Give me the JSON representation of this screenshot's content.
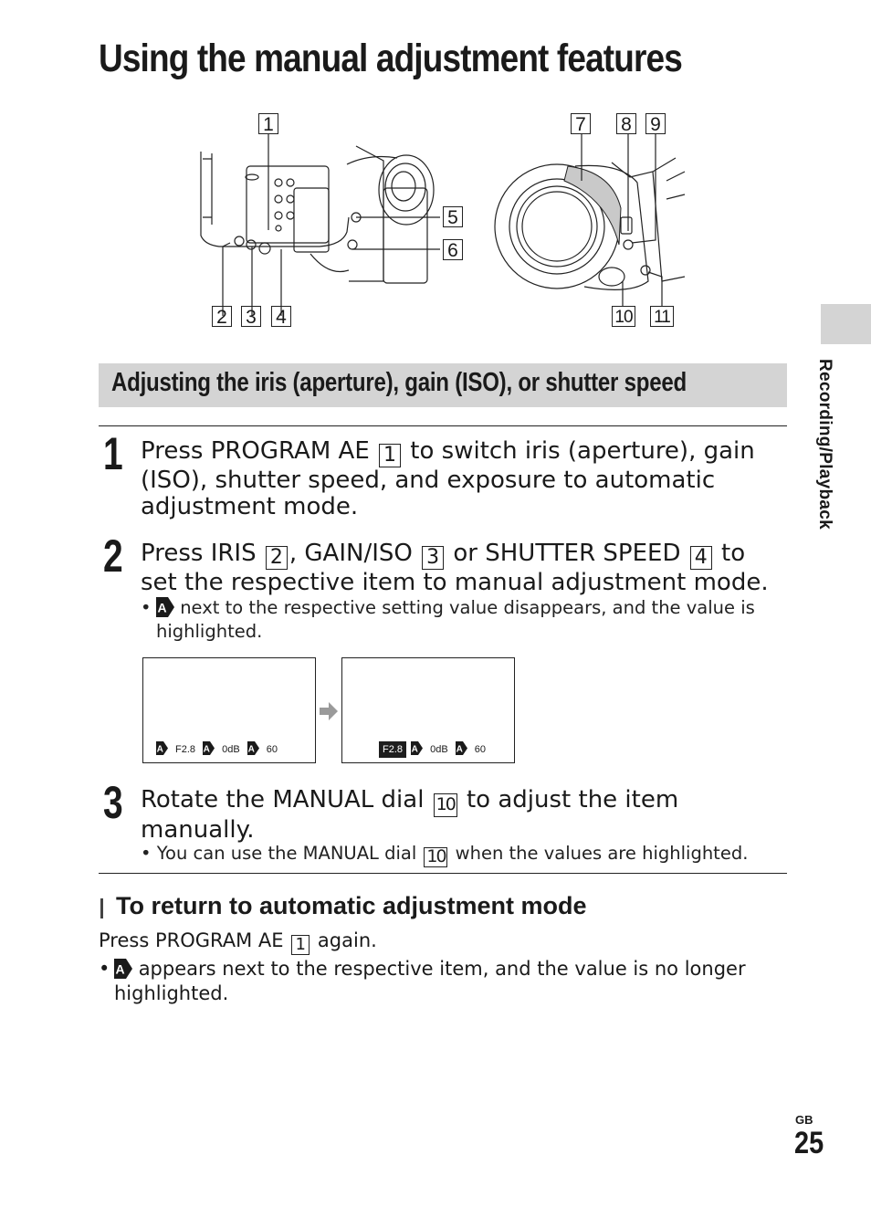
{
  "title": "Using the manual adjustment features",
  "figure": {
    "callouts": [
      "1",
      "2",
      "3",
      "4",
      "5",
      "6",
      "7",
      "8",
      "9",
      "10",
      "11"
    ]
  },
  "side_tab": {
    "label": "Recording/Playback"
  },
  "section": {
    "heading": "Adjusting the iris (aperture), gain (ISO), or shutter speed"
  },
  "steps": [
    {
      "number": "1",
      "text_a": "Press PROGRAM AE",
      "ref_a": "1",
      "text_b": "to switch iris (aperture), gain (ISO), shutter speed, and exposure to automatic adjustment mode."
    },
    {
      "number": "2",
      "text_a": "Press IRIS",
      "ref_a": "2",
      "text_b": ", GAIN/ISO",
      "ref_b": "3",
      "text_c": "or SHUTTER SPEED",
      "ref_c": "4",
      "text_d": "to set the respective item to manual adjustment mode.",
      "note": "next to the respective setting value disappears, and the value is highlighted."
    },
    {
      "number": "3",
      "text_a": "Rotate the MANUAL dial",
      "ref_a": "10",
      "text_b": "to adjust the item manually.",
      "note_a": "You can use the MANUAL dial",
      "note_ref": "10",
      "note_b": "when the values are highlighted."
    }
  ],
  "screens": {
    "before": {
      "iris": "F2.8",
      "gain": "0dB",
      "shutter": "60"
    },
    "after": {
      "iris": "F2.8",
      "gain": "0dB",
      "shutter": "60"
    }
  },
  "subsection": {
    "heading": "To return to automatic adjustment mode",
    "text_a": "Press PROGRAM AE",
    "ref": "1",
    "text_b": "again.",
    "note": "appears next to the respective item, and the value is no longer highlighted."
  },
  "footer": {
    "region": "GB",
    "page": "25"
  }
}
